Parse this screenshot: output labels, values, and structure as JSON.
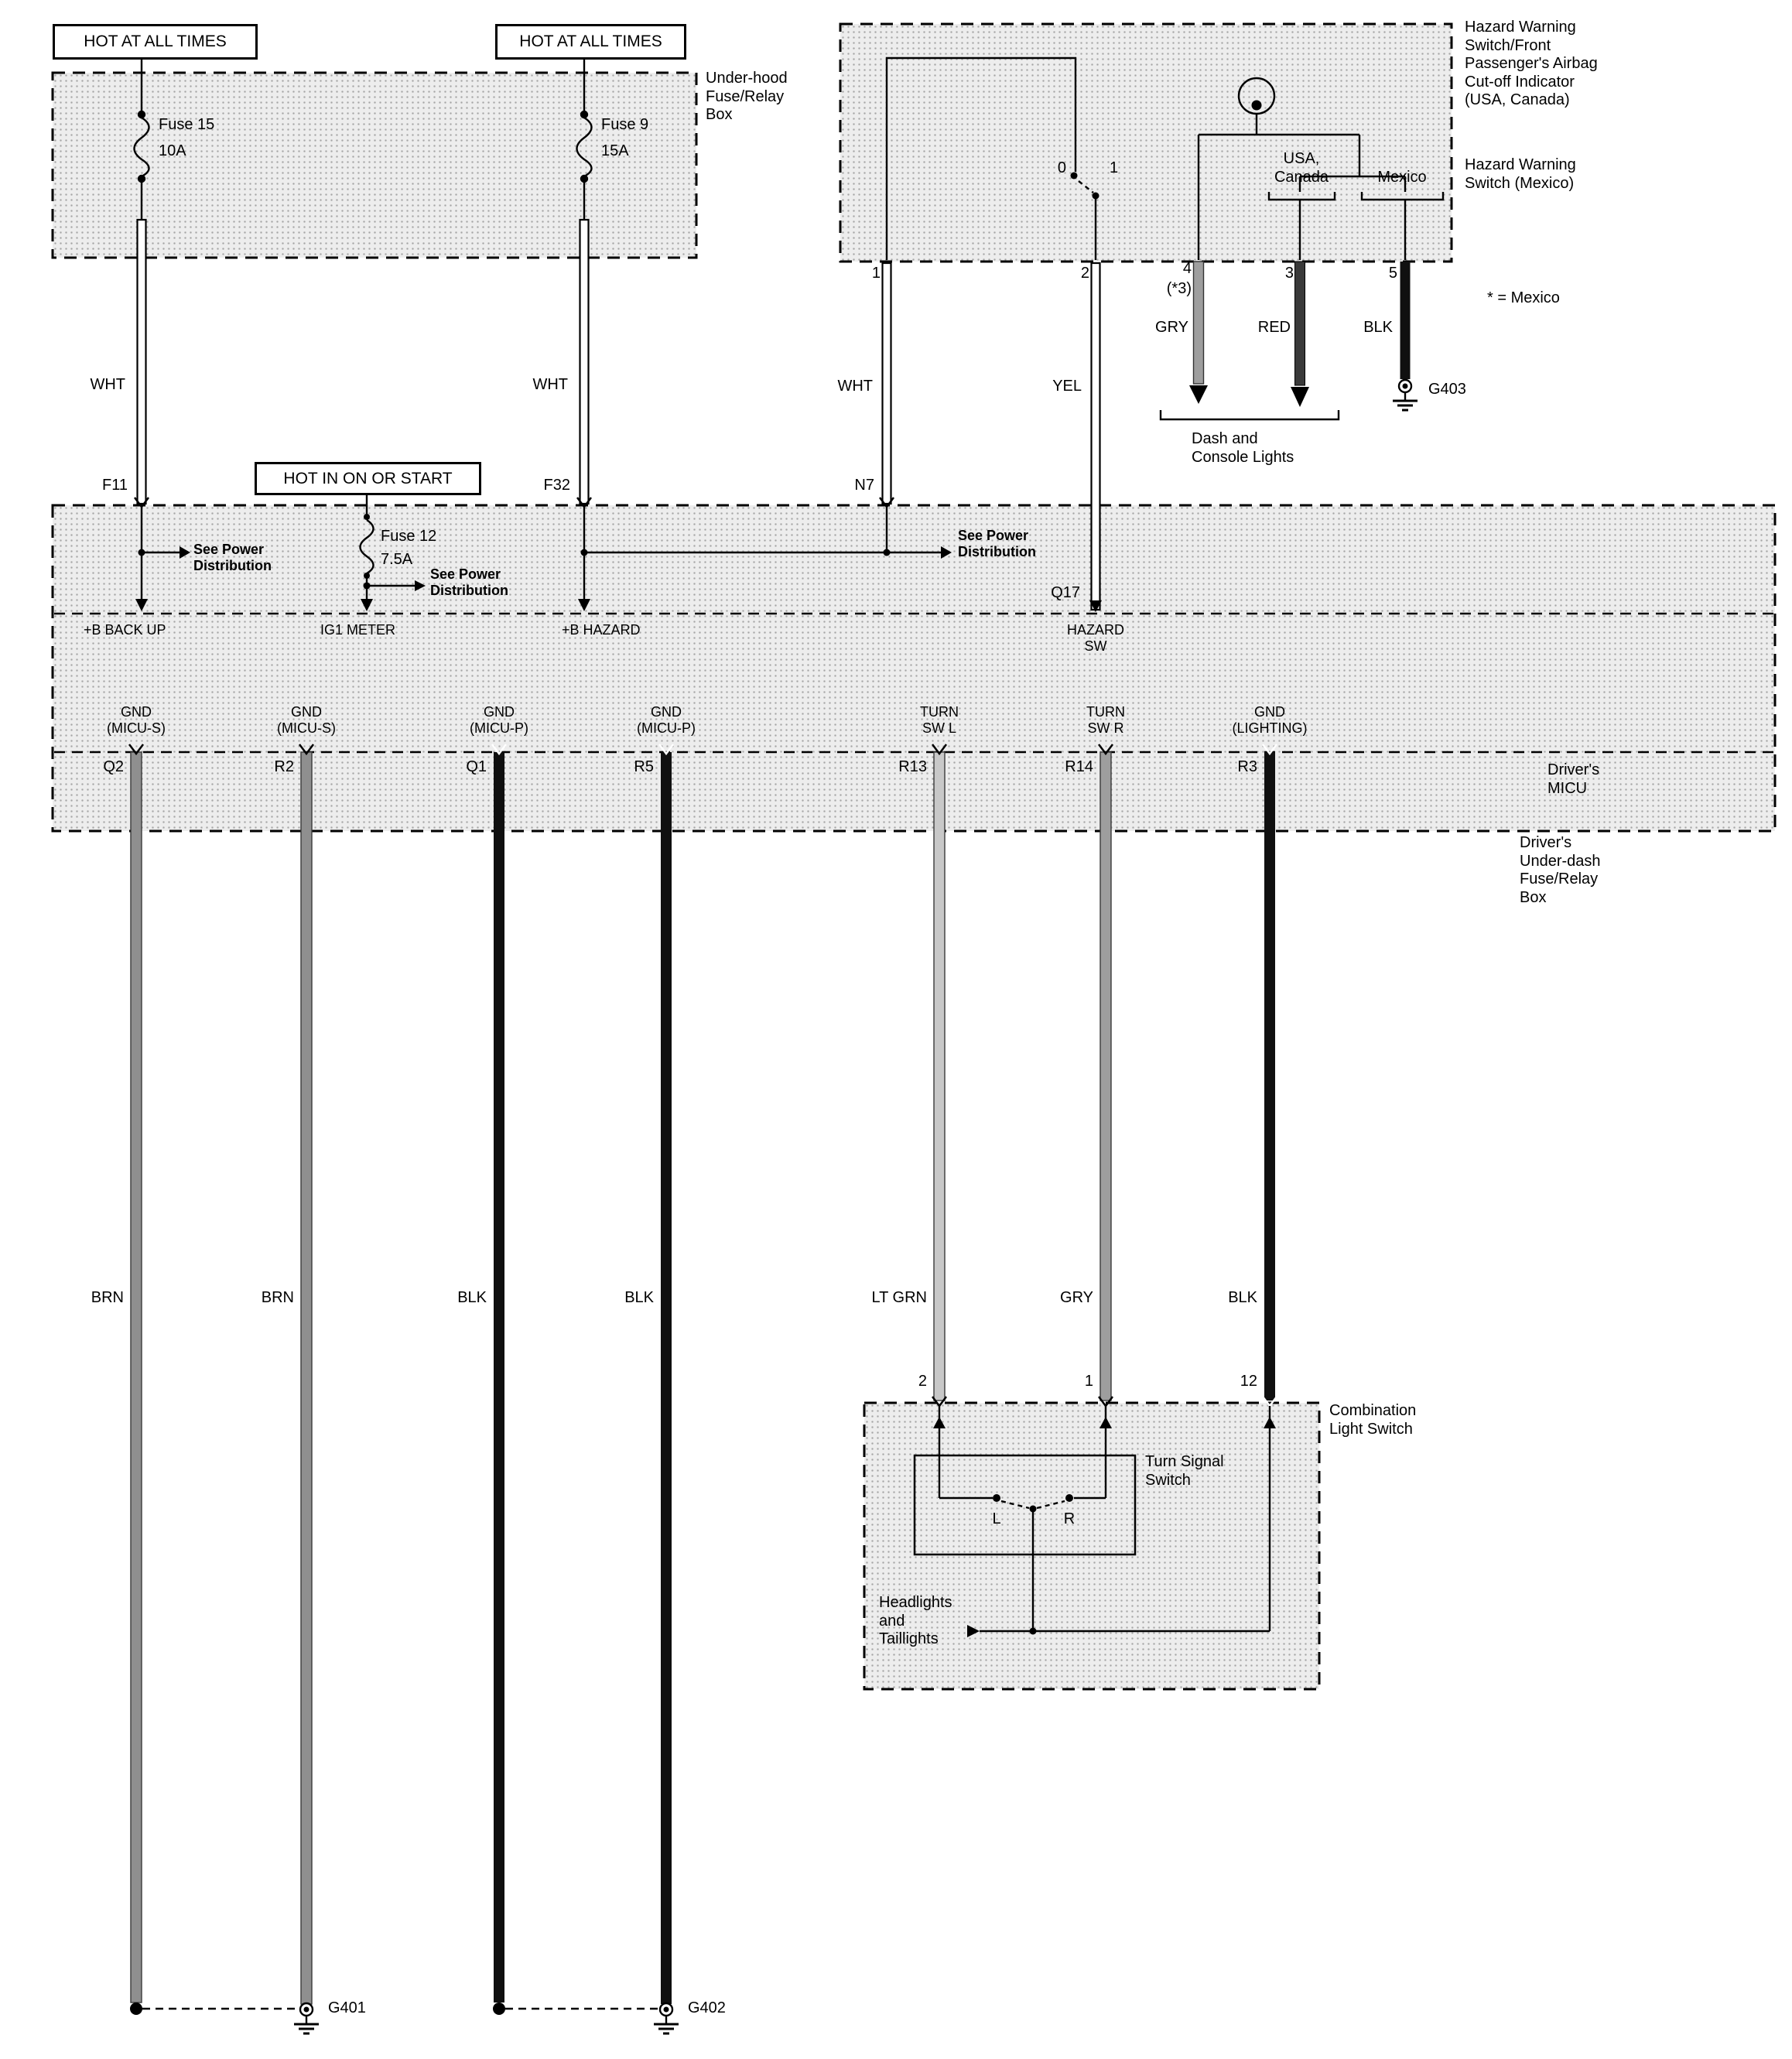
{
  "colors": {
    "wire_brn": "#8f8f8f",
    "wire_gry": "#9e9e9e",
    "wire_lt_grn": "#c8c8c8",
    "wire_blk": "#101010",
    "wire_red_printed": "#3a3a3a",
    "wire_wht": "#ffffff",
    "box_fill": "#ededed"
  },
  "power": {
    "hot1": "HOT AT ALL TIMES",
    "hot2": "HOT AT ALL TIMES",
    "hot3": "HOT IN ON OR START"
  },
  "top": {
    "underhood_label": "Under-hood\nFuse/Relay\nBox",
    "fuse15_name": "Fuse 15",
    "fuse15_rating": "10A",
    "fuse9_name": "Fuse 9",
    "fuse9_rating": "15A",
    "wht_f11": "WHT",
    "wht_f32": "WHT",
    "f11": "F11",
    "f32": "F32"
  },
  "hazard": {
    "title_usa": "Hazard Warning\nSwitch/Front\nPassenger's Airbag\nCut-off Indicator\n(USA, Canada)",
    "title_mexico": "Hazard Warning\nSwitch (Mexico)",
    "sw0": "0",
    "sw1": "1",
    "usa_canada": "USA,\nCanada",
    "mexico": "Mexico",
    "pin1": "1",
    "pin2": "2",
    "pin4": "4",
    "pin4_note": "(*3)",
    "pin3": "3",
    "pin5": "5",
    "wht_n7": "WHT",
    "yel": "YEL",
    "gry": "GRY",
    "red": "RED",
    "blk": "BLK",
    "n7": "N7",
    "q17": "Q17",
    "note": "* = Mexico",
    "g403": "G403",
    "dash_console": "Dash and\nConsole Lights"
  },
  "micu": {
    "fuse12_name": "Fuse 12",
    "fuse12_rating": "7.5A",
    "see_power_1": "See Power\nDistribution",
    "see_power_2": "See Power\nDistribution",
    "see_power_3": "See Power\nDistribution",
    "pin_backup": "+B BACK UP",
    "pin_ig1": "IG1 METER",
    "pin_hazard": "+B HAZARD",
    "pin_hazard_sw": "HAZARD\nSW",
    "box_label": "Driver's\nMICU",
    "underdash_label": "Driver's\nUnder-dash\nFuse/Relay\nBox",
    "terminals": [
      {
        "id": "Q2",
        "label": "GND\n(MICU-S)",
        "wire": "BRN"
      },
      {
        "id": "R2",
        "label": "GND\n(MICU-S)",
        "wire": "BRN"
      },
      {
        "id": "Q1",
        "label": "GND\n(MICU-P)",
        "wire": "BLK"
      },
      {
        "id": "R5",
        "label": "GND\n(MICU-P)",
        "wire": "BLK"
      },
      {
        "id": "R13",
        "label": "TURN\nSW L",
        "wire": "LT GRN"
      },
      {
        "id": "R14",
        "label": "TURN\nSW R",
        "wire": "GRY"
      },
      {
        "id": "R3",
        "label": "GND\n(LIGHTING)",
        "wire": "BLK"
      }
    ]
  },
  "combo": {
    "box_label": "Combination\nLight Switch",
    "tss_label": "Turn Signal\nSwitch",
    "l": "L",
    "r": "R",
    "pin2": "2",
    "pin1": "1",
    "pin12": "12",
    "headlights": "Headlights\nand\nTaillights"
  },
  "grounds": {
    "g401": "G401",
    "g402": "G402"
  }
}
